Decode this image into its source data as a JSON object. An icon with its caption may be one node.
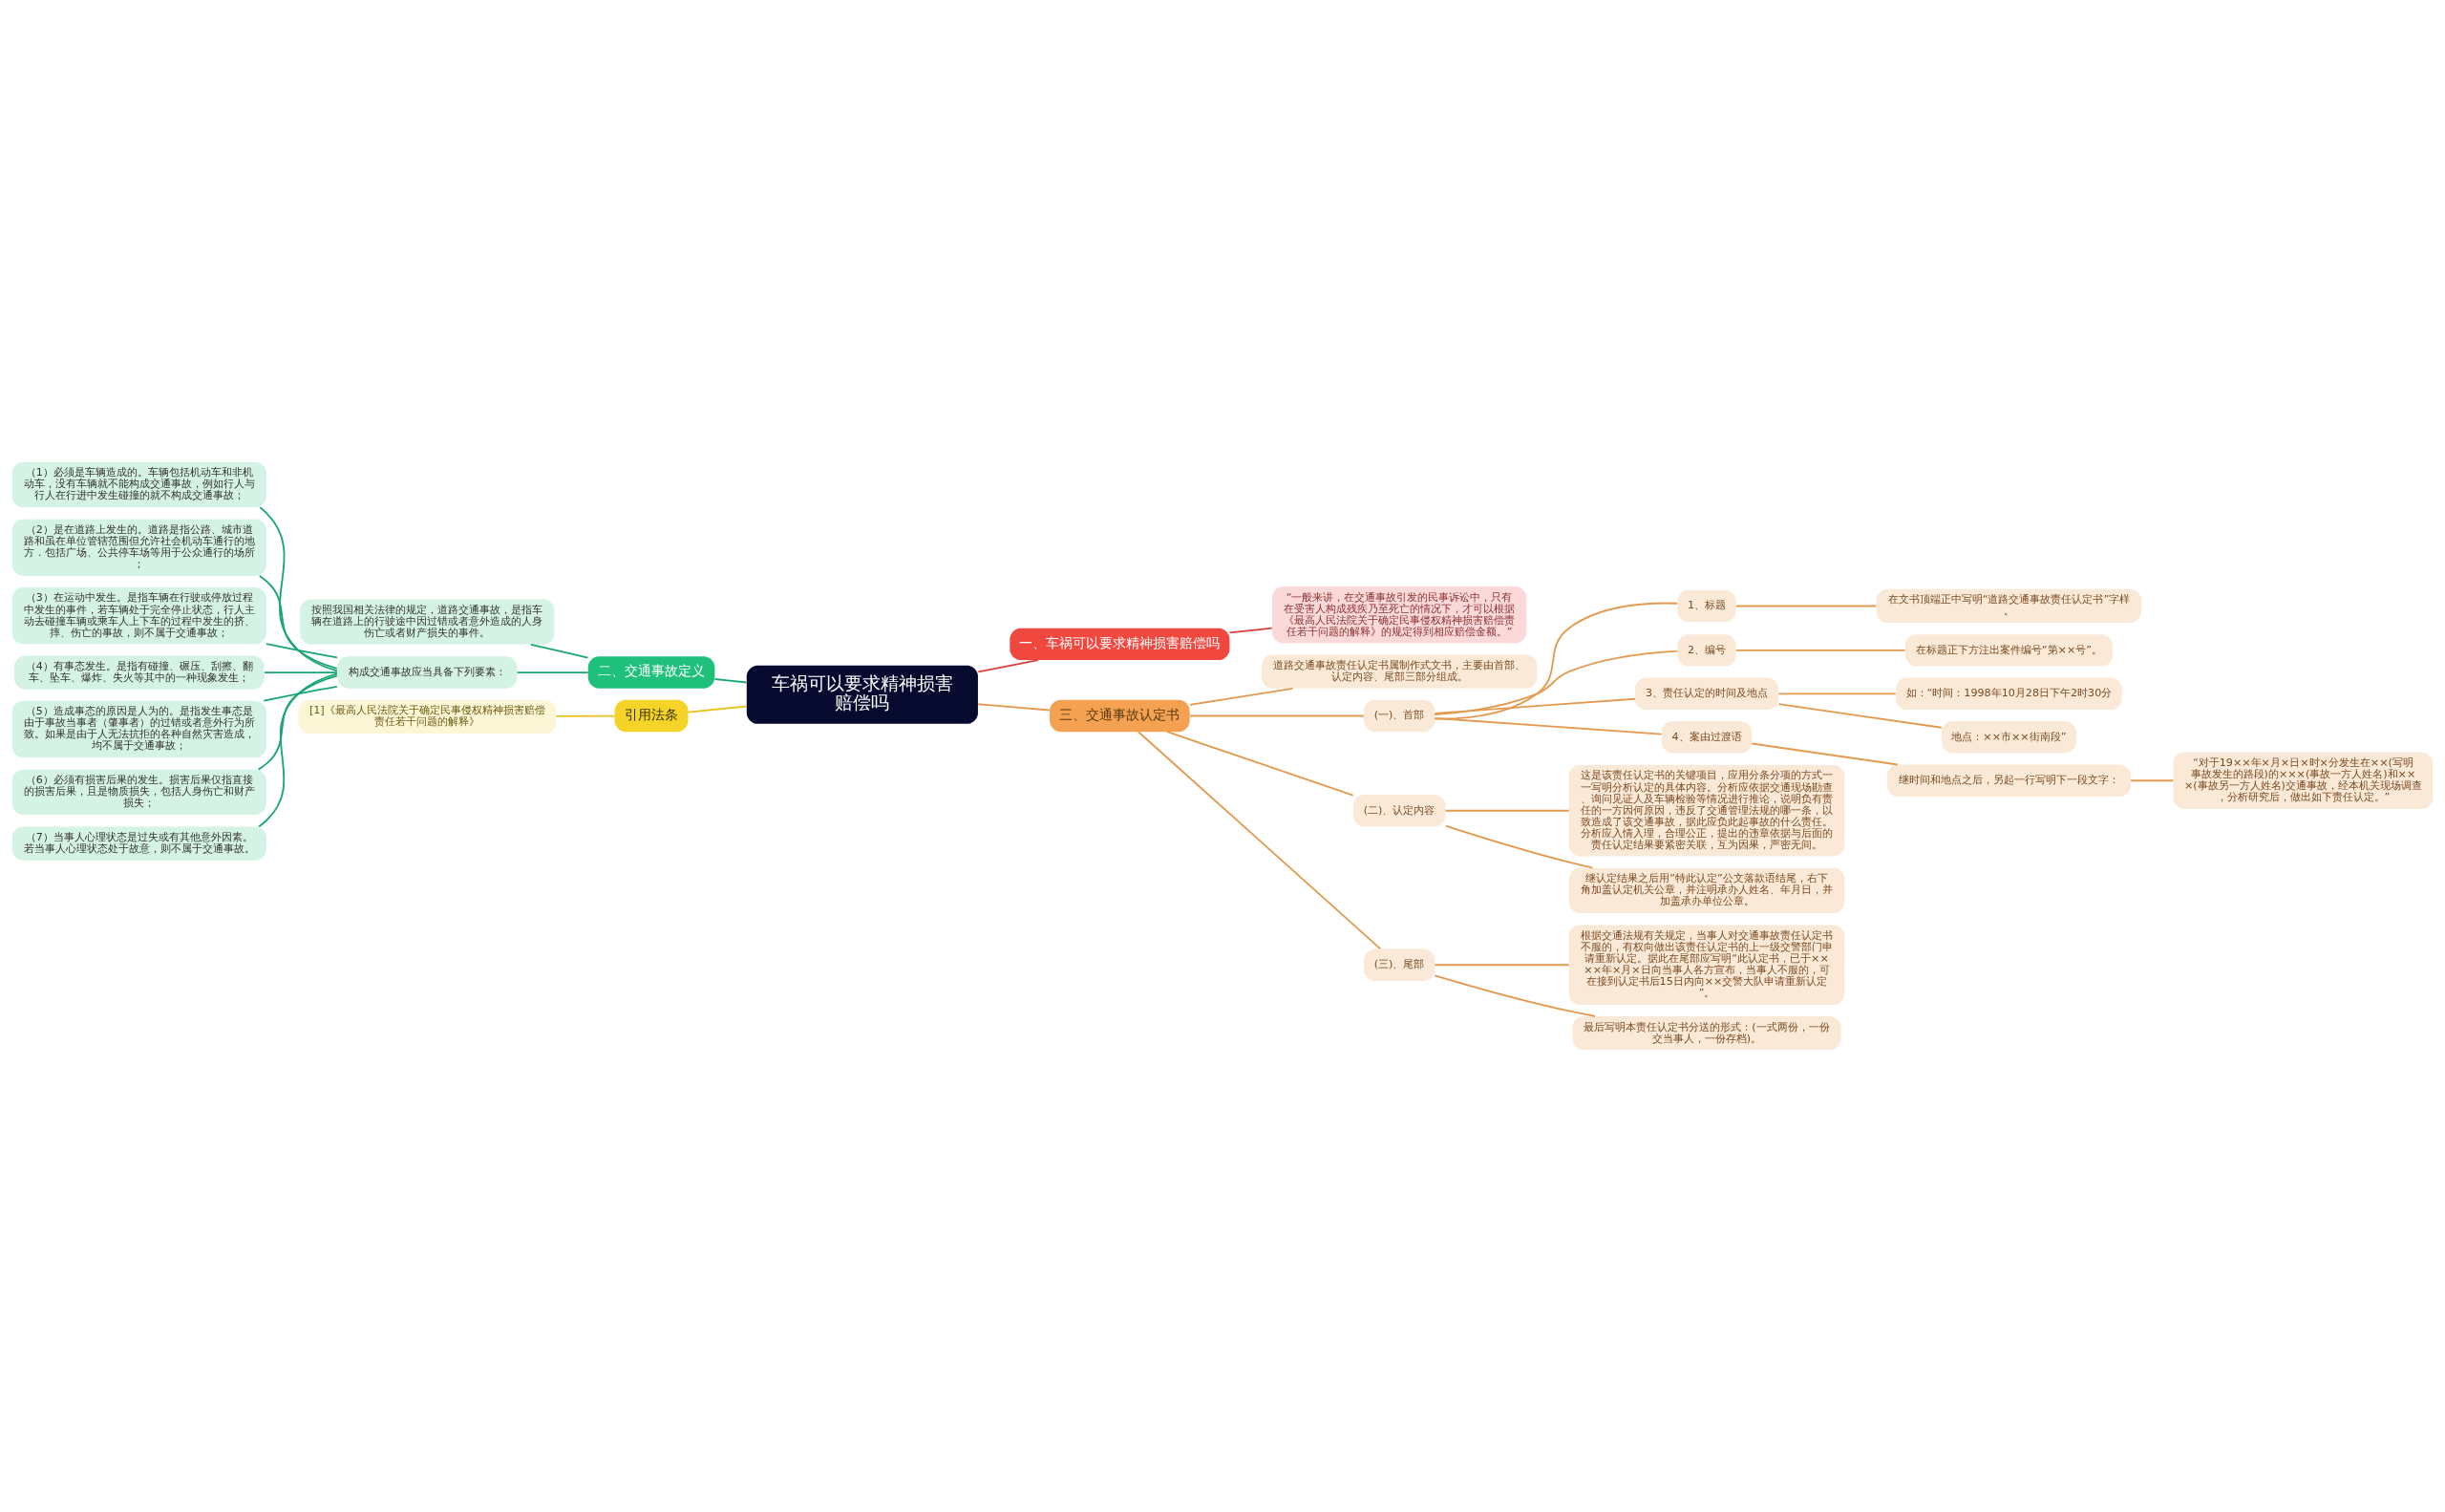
{
  "diagram": {
    "nodes": [
      {
        "text": [
          "车祸可以要求精神损害赔偿吗"
        ]
      },
      {
        "text": [
          "二、交通事故定义"
        ]
      },
      {
        "text": [
          "按照我国相关法律的规定，道路交通事故，是指车辆在道路上的行驶途中因过错或者意外造成的人身伤亡或者财产损失的事件。"
        ]
      },
      {
        "text": [
          "构成交通事故应当具备下列要素："
        ]
      },
      {
        "text": [
          "（1）必须是车辆造成的。车辆包括机动车和非机动车，没有车辆就不能构成交通事故，例如行人与行人在行进中发生碰撞的就不构成交通事故；"
        ]
      },
      {
        "text": [
          "（2）是在道路上发生的。道路是指公路、城市道路和虽在单位管辖范围但允许社会机动车通行的地方．包括广场、公共停车场等用于公众通行的场所；"
        ]
      },
      {
        "text": [
          "（3）在运动中发生。是指车辆在行驶或停放过程中发生的事件，若车辆处于完全停止状态，行人主动去碰撞车辆或乘车人上下车的过程中发生的挤、摔、伤亡的事故，则不属于交通事故；"
        ]
      },
      {
        "text": [
          "（4）有事态发生。是指有碰撞、碾压、刮擦、翻车、坠车、爆炸、失火等其中的一种现象发生；"
        ]
      },
      {
        "text": [
          "（5）造成事态的原因是人为的。是指发生事态是由于事故当事者（肇事者）的过错或者意外行为所致。如果是由于人无法抗拒的各种自然灾害造成，均不属于交通事故；"
        ]
      },
      {
        "text": [
          "（6）必须有损害后果的发生。损害后果仅指直接的损害后果，且是物质损失，包括人身伤亡和财产损失；"
        ]
      },
      {
        "text": [
          "（7）当事人心理状态是过失或有其他意外因素。若当事人心理状态处于故意，则不属于交通事故。"
        ]
      },
      {
        "text": [
          "一、车祸可以要求精神损害赔偿吗"
        ]
      },
      {
        "text": [
          "“一般来讲，在交通事故引发的民事诉讼中，只有在受害人构成残疾乃至死亡的情况下，才可以根据《最高人民法院关于确定民事侵权精神损害赔偿责任若干问题的解释》的规定得到相应赔偿金额。”"
        ]
      },
      {
        "text": [
          "三、交通事故认定书"
        ]
      },
      {
        "text": [
          "道路交通事故责任认定书属制作式文书，主要由首部、认定内容、尾部三部分组成。"
        ]
      },
      {
        "text": [
          "(一)、首部"
        ]
      },
      {
        "text": [
          "1、标题"
        ]
      },
      {
        "text": [
          "在文书顶端正中写明“道路交通事故责任认定书”字样。"
        ]
      },
      {
        "text": [
          "2、编号"
        ]
      },
      {
        "text": [
          "在标题正下方注出案件编号“第××号”。"
        ]
      },
      {
        "text": [
          "3、责任认定的时间及地点"
        ]
      },
      {
        "text": [
          "如：“时间：1998年10月28日下午2时30分"
        ]
      },
      {
        "text": [
          "地点：××市××街南段”"
        ]
      },
      {
        "text": [
          "4、案由过渡语"
        ]
      },
      {
        "text": [
          "继时间和地点之后，另起一行写明下一段文字："
        ]
      },
      {
        "text": [
          "“对于19××年×月×日×时×分发生在××(写明事故发生的路段)的×××(事故一方人姓名)和×××(事故另一方人姓名)交通事故，经本机关现场调查，分析研究后，做出如下责任认定。”"
        ]
      },
      {
        "text": [
          "(二)、认定内容"
        ]
      },
      {
        "text": [
          "这是该责任认定书的关键项目，应用分条分项的方式一一写明分析认定的具体内容。分析应依据交通现场勘查、询问见证人及车辆检验等情况进行推论，说明负有责任的一方因何原因，违反了交通管理法规的哪一条，以致造成了该交通事故，据此应负此起事故的什么责任。分析应入情入理，合理公正，提出的违章依据与后面的责任认定结果要紧密关联，互为因果，严密无间。"
        ]
      },
      {
        "text": [
          "继认定结果之后用“特此认定”公文落款语结尾，右下角加盖认定机关公章，并注明承办人姓名、年月日，并加盖承办单位公章。"
        ]
      },
      {
        "text": [
          "(三)、尾部"
        ]
      },
      {
        "text": [
          "根据交通法规有关规定，当事人对交通事故责任认定书不服的，有权向做出该责任认定书的上一级交警部门申请重新认定。据此在尾部应写明“此认定书，已于××××年×月×日向当事人各方宣布，当事人不服的，可在接到认定书后15日内向××交警大队申请重新认定”。"
        ]
      },
      {
        "text": [
          "最后写明本责任认定书分送的形式：(一式两份，一份交当事人，一份存档)。"
        ]
      },
      {
        "text": [
          "引用法条"
        ]
      },
      {
        "text": [
          "[1]《最高人民法院关于确定民事侵权精神损害赔偿责任若干问题的解释》"
        ]
      }
    ],
    "edges": [
      {
        "from": 0,
        "to": 1,
        "arrow": "none",
        "color": "#1aa673"
      },
      {
        "from": 1,
        "to": 2,
        "arrow": "none",
        "color": "#1aa673"
      },
      {
        "from": 1,
        "to": 3,
        "arrow": "none",
        "color": "#1aa673"
      },
      {
        "from": 3,
        "to": 4,
        "arrow": "none",
        "color": "#1aa673"
      },
      {
        "from": 3,
        "to": 5,
        "arrow": "none",
        "color": "#1aa673"
      },
      {
        "from": 3,
        "to": 6,
        "arrow": "none",
        "color": "#1aa673"
      },
      {
        "from": 3,
        "to": 7,
        "arrow": "none",
        "color": "#1aa673"
      },
      {
        "from": 3,
        "to": 8,
        "arrow": "none",
        "color": "#1aa673"
      },
      {
        "from": 3,
        "to": 9,
        "arrow": "none",
        "color": "#1aa673"
      },
      {
        "from": 3,
        "to": 10,
        "arrow": "none",
        "color": "#1aa673"
      },
      {
        "from": 0,
        "to": 11,
        "arrow": "none",
        "color": "#d9403a"
      },
      {
        "from": 11,
        "to": 12,
        "arrow": "none",
        "color": "#d9403a"
      },
      {
        "from": 0,
        "to": 13,
        "arrow": "none"
      },
      {
        "from": 13,
        "to": 14,
        "arrow": "none"
      },
      {
        "from": 13,
        "to": 15,
        "arrow": "none"
      },
      {
        "from": 15,
        "to": 16,
        "arrow": "none"
      },
      {
        "from": 16,
        "to": 17,
        "arrow": "none"
      },
      {
        "from": 15,
        "to": 18,
        "arrow": "none"
      },
      {
        "from": 18,
        "to": 19,
        "arrow": "none"
      },
      {
        "from": 15,
        "to": 20,
        "arrow": "none"
      },
      {
        "from": 20,
        "to": 21,
        "arrow": "none"
      },
      {
        "from": 20,
        "to": 22,
        "arrow": "none"
      },
      {
        "from": 15,
        "to": 23,
        "arrow": "none"
      },
      {
        "from": 23,
        "to": 24,
        "arrow": "none"
      },
      {
        "from": 24,
        "to": 25,
        "arrow": "none"
      },
      {
        "from": 13,
        "to": 26,
        "arrow": "none"
      },
      {
        "from": 26,
        "to": 27,
        "arrow": "none"
      },
      {
        "from": 26,
        "to": 28,
        "arrow": "none"
      },
      {
        "from": 13,
        "to": 29,
        "arrow": "none"
      },
      {
        "from": 29,
        "to": 30,
        "arrow": "none"
      },
      {
        "from": 29,
        "to": 31,
        "arrow": "none"
      },
      {
        "from": 0,
        "to": 32,
        "arrow": "none",
        "color": "#e8c21f"
      },
      {
        "from": 32,
        "to": 33,
        "arrow": "none",
        "color": "#e8c21f"
      }
    ]
  }
}
